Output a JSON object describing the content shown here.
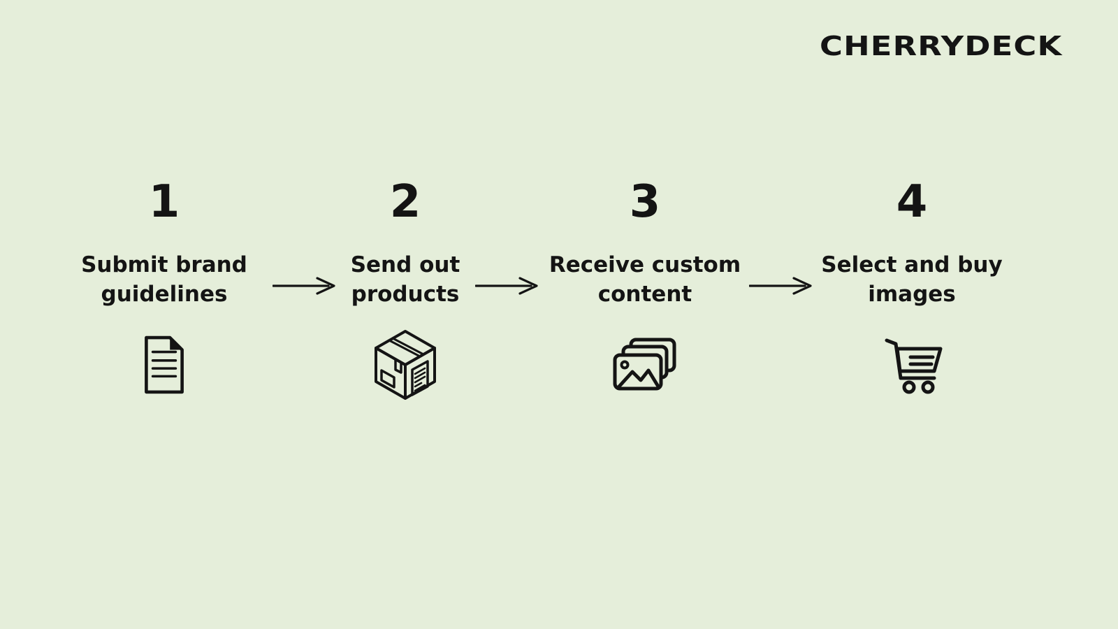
{
  "colors": {
    "background": "#e5eeda",
    "ink": "#141414"
  },
  "logo": {
    "text": "CHERRYDECK"
  },
  "steps": [
    {
      "number": "1",
      "label": "Submit brand\nguidelines",
      "icon": "document-icon"
    },
    {
      "number": "2",
      "label": "Send out\nproducts",
      "icon": "package-box-icon"
    },
    {
      "number": "3",
      "label": "Receive custom\ncontent",
      "icon": "photo-stack-icon"
    },
    {
      "number": "4",
      "label": "Select and buy\nimages",
      "icon": "shopping-cart-icon"
    }
  ],
  "connector": {
    "icon": "right-arrow-icon",
    "count": 3
  }
}
